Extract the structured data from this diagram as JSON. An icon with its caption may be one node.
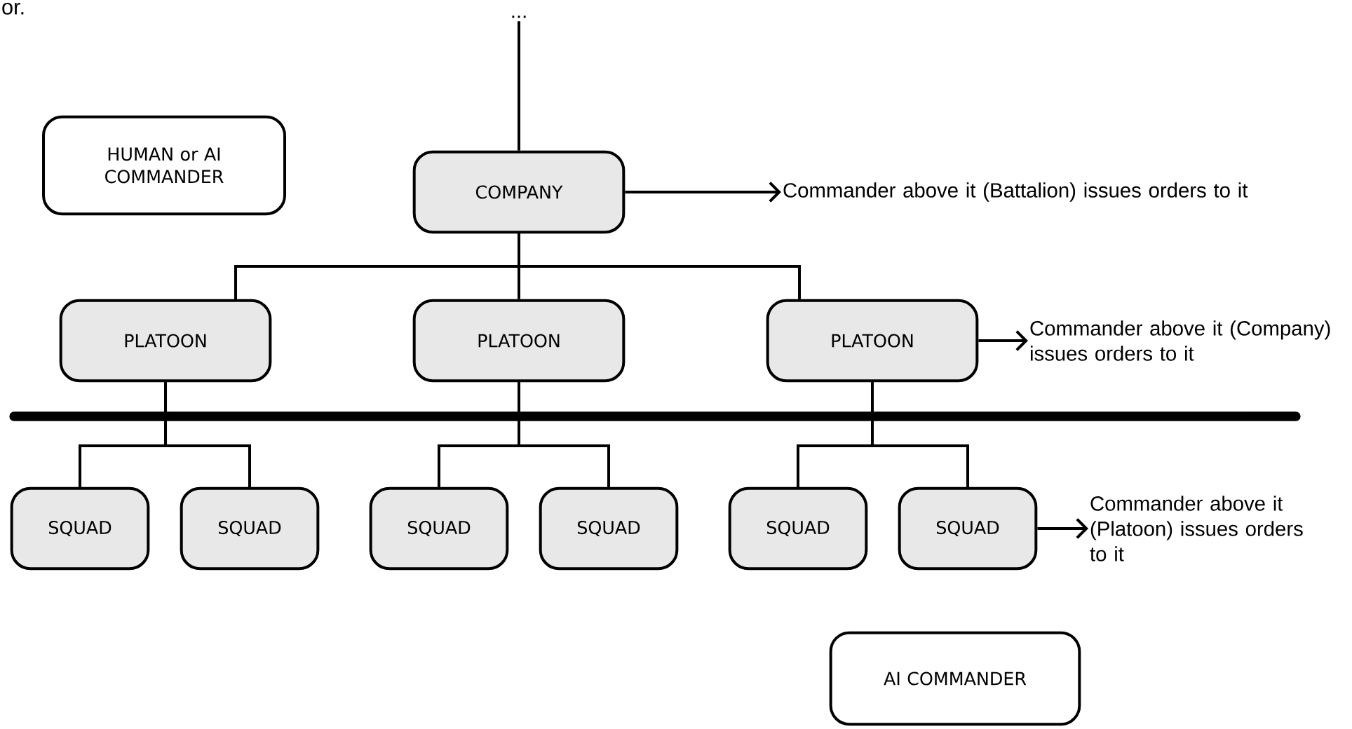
{
  "diagram": {
    "nodes": [
      {
        "text": [
          "..."
        ]
      },
      {
        "text": [
          "HUMAN or AI COMMANDER"
        ]
      },
      {
        "text": [
          "COMPANY"
        ]
      },
      {
        "text": [
          "PLATOON"
        ]
      },
      {
        "text": [
          "PLATOON"
        ]
      },
      {
        "text": [
          "PLATOON"
        ]
      },
      {
        "text": [
          "SQUAD"
        ]
      },
      {
        "text": [
          "SQUAD"
        ]
      },
      {
        "text": [
          "SQUAD"
        ]
      },
      {
        "text": [
          "SQUAD"
        ]
      },
      {
        "text": [
          "SQUAD"
        ]
      },
      {
        "text": [
          "SQUAD"
        ]
      },
      {
        "text": [
          "Commander above it (Battalion) issues orders to it"
        ]
      },
      {
        "text": [
          "Commander above it (Company) issues orders to it"
        ]
      },
      {
        "text": [
          "Commander above it (Platoon) issues orders to it"
        ]
      },
      {
        "text": [
          "AI COMMANDER"
        ]
      }
    ],
    "edges": [
      {
        "from": 0,
        "to": 2,
        "arrow": "none"
      },
      {
        "from": 2,
        "to": 12,
        "arrow": "to"
      },
      {
        "from": 2,
        "to": 3,
        "arrow": "none"
      },
      {
        "from": 2,
        "to": 4,
        "arrow": "none"
      },
      {
        "from": 2,
        "to": 5,
        "arrow": "none"
      },
      {
        "from": 5,
        "to": 13,
        "arrow": "to"
      },
      {
        "from": 3,
        "to": 6,
        "arrow": "none"
      },
      {
        "from": 3,
        "to": 7,
        "arrow": "none"
      },
      {
        "from": 4,
        "to": 8,
        "arrow": "none"
      },
      {
        "from": 4,
        "to": 9,
        "arrow": "none"
      },
      {
        "from": 5,
        "to": 10,
        "arrow": "none"
      },
      {
        "from": 5,
        "to": 11,
        "arrow": "none"
      },
      {
        "from": 11,
        "to": 14,
        "arrow": "to"
      }
    ],
    "labels": [
      "or."
    ]
  }
}
